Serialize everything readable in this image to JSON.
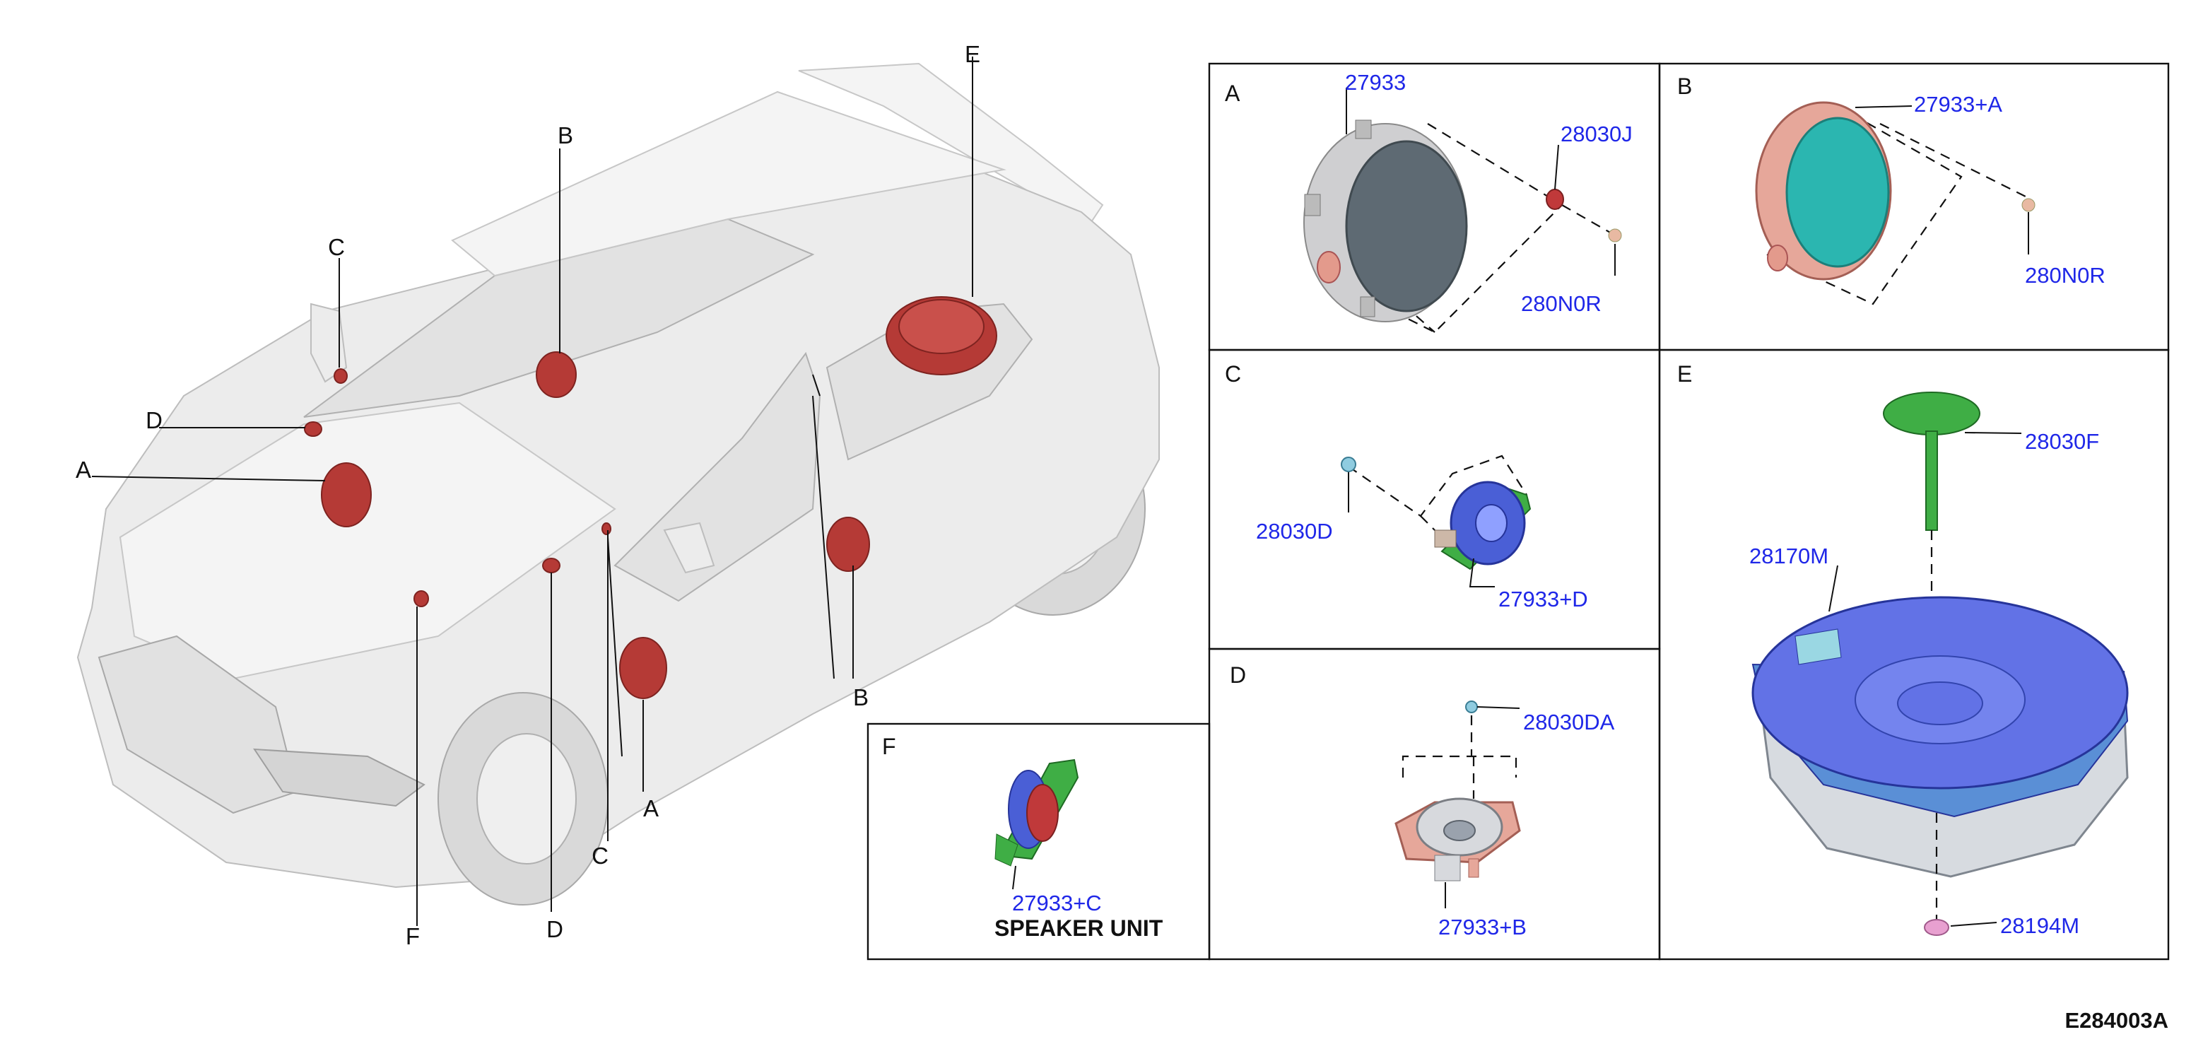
{
  "figure_id": "E284003A",
  "callouts": [
    "A",
    "B",
    "C",
    "D",
    "E",
    "F"
  ],
  "panels": {
    "A": {
      "letter": "A",
      "parts": [
        "27933",
        "28030J",
        "280N0R"
      ]
    },
    "B": {
      "letter": "B",
      "parts": [
        "27933+A",
        "280N0R"
      ]
    },
    "C": {
      "letter": "C",
      "parts": [
        "28030D",
        "27933+D"
      ]
    },
    "D": {
      "letter": "D",
      "parts": [
        "28030DA",
        "27933+B"
      ]
    },
    "E": {
      "letter": "E",
      "parts": [
        "28030F",
        "28170M",
        "28194M"
      ]
    },
    "F": {
      "letter": "F",
      "parts": [
        "27933+C"
      ],
      "caption": "SPEAKER UNIT"
    }
  },
  "colors": {
    "part_number": "#1f27e8",
    "highlight_red": "#b53a36",
    "speaker_green": "#3fae45",
    "speaker_blue": "#4a5fd6",
    "woofer_blue": "#5a6ee8",
    "grille_teal": "#2bb6b0",
    "bracket_pink": "#e39a8c",
    "body_gray": "#ececec"
  }
}
